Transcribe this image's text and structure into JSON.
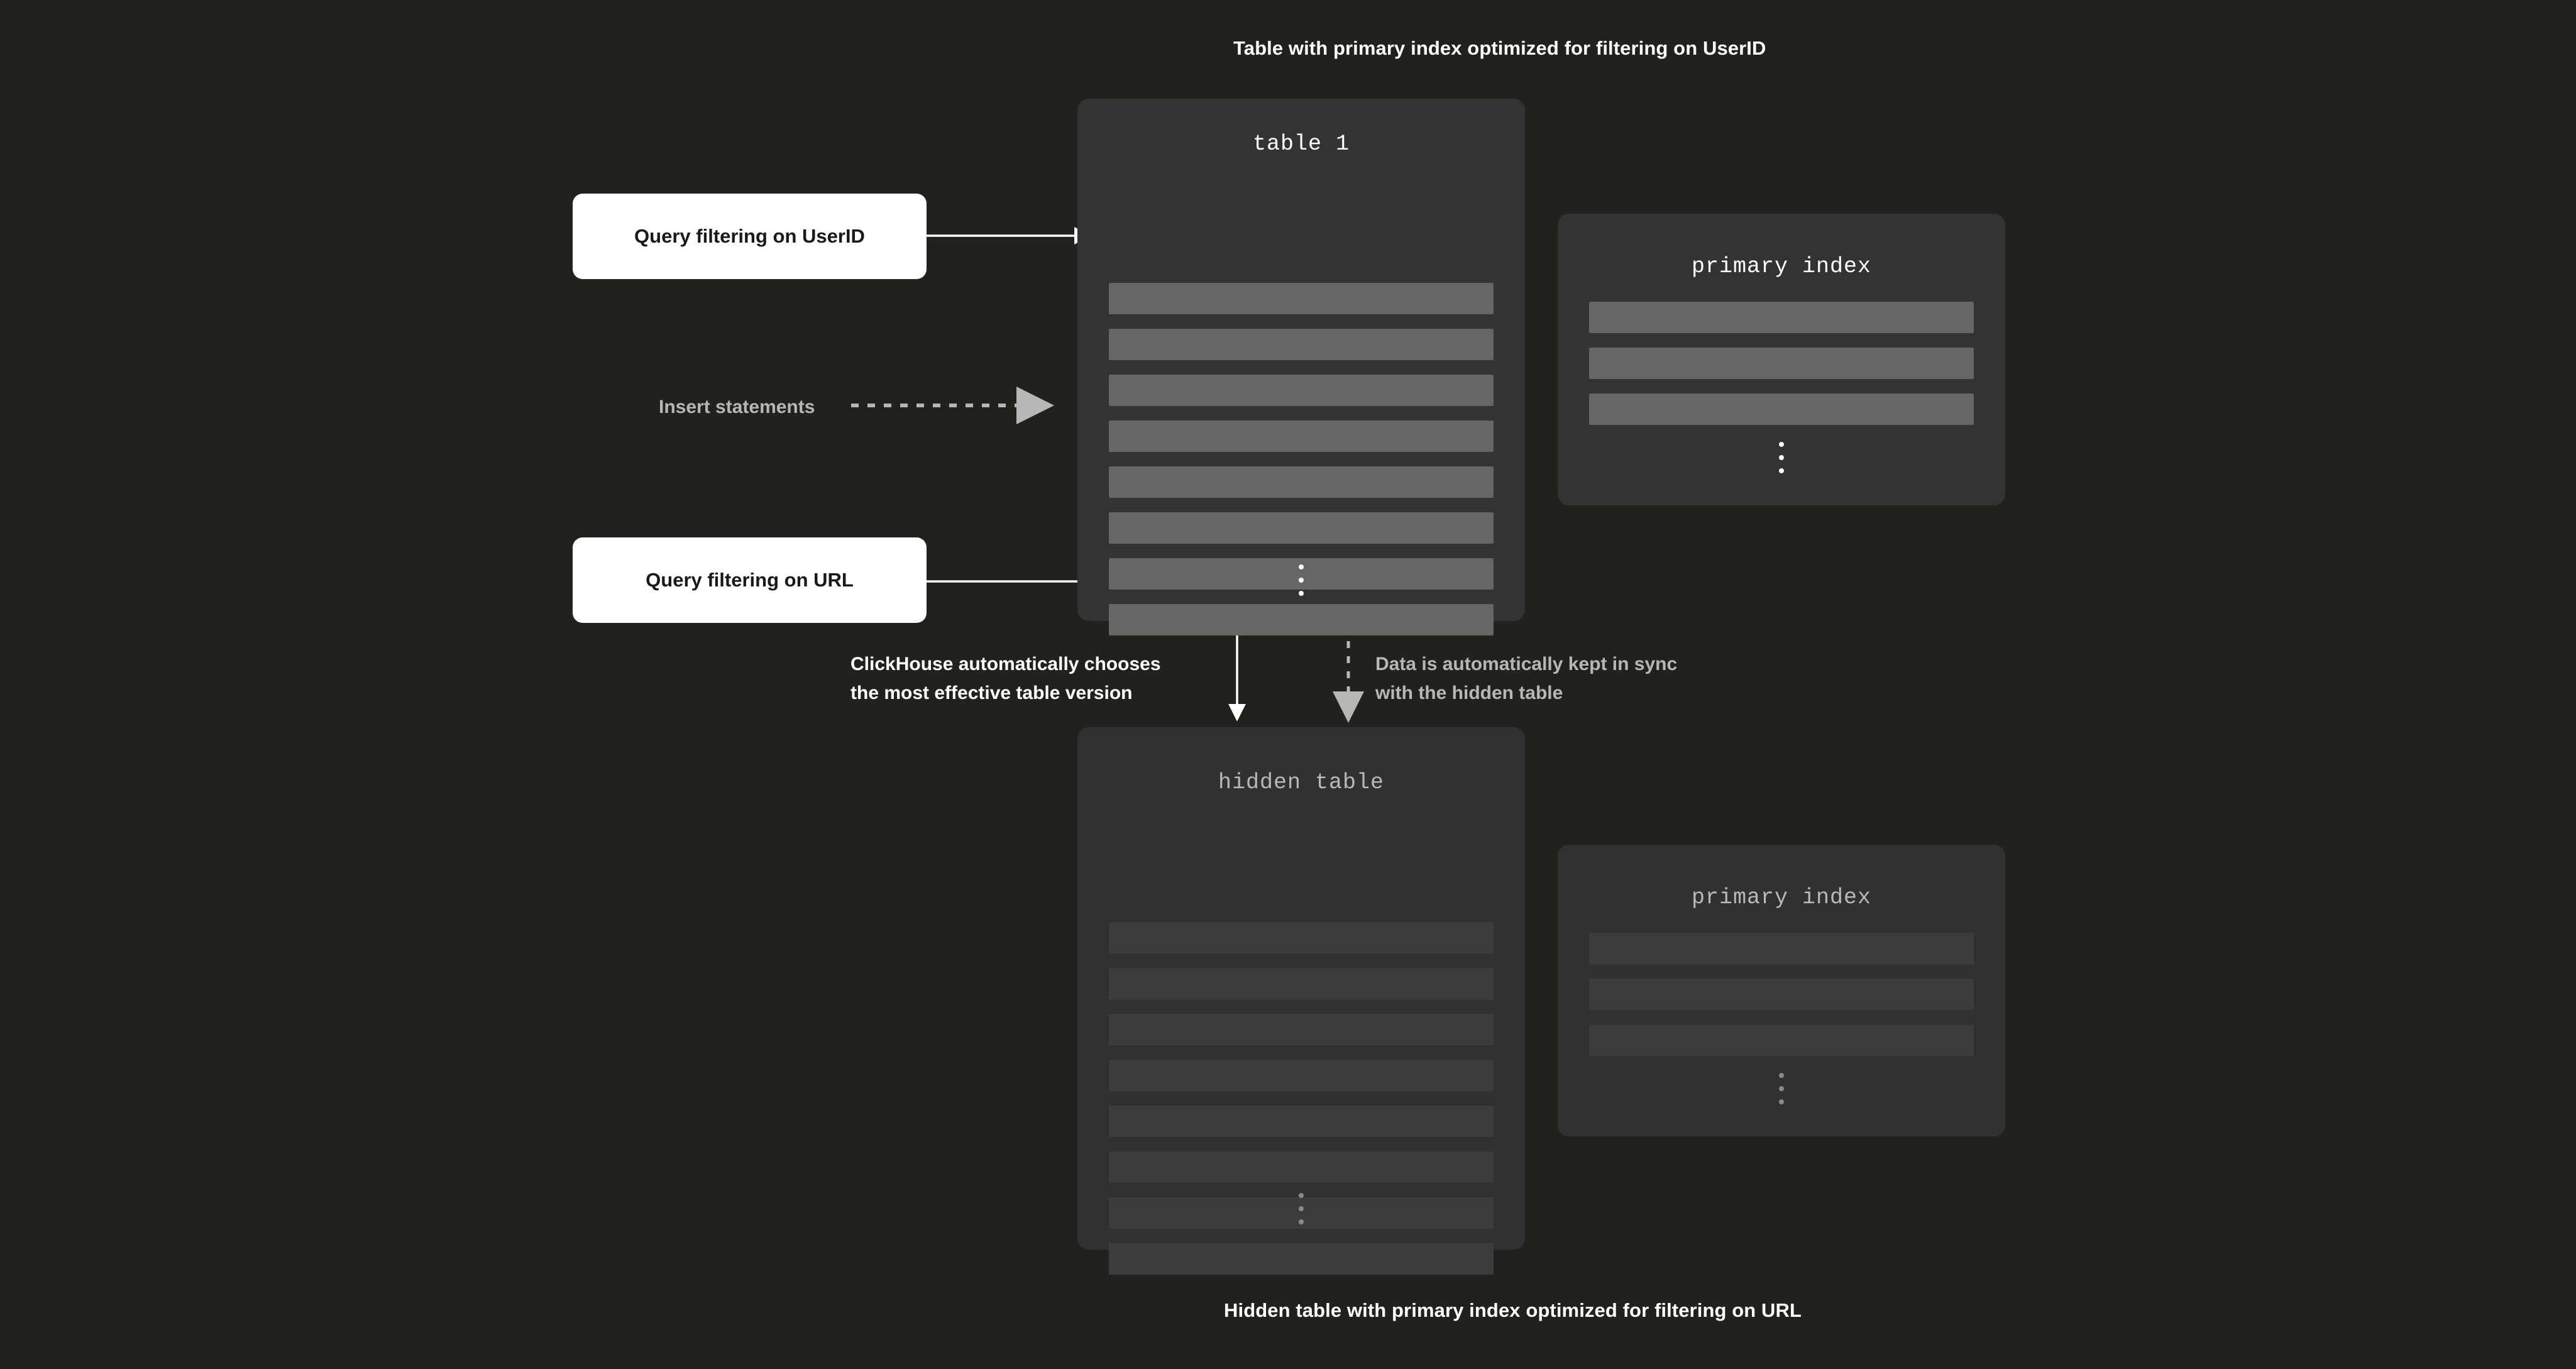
{
  "background_color": "#21221d",
  "captions": {
    "top": "Table with primary index optimized for filtering on UserID",
    "bottom": "Hidden table with primary index optimized for filtering on URL"
  },
  "panels": {
    "table1": {
      "title": "table 1",
      "row_count": 8,
      "has_ellipsis": true,
      "state": "active",
      "fill_color": "#333333",
      "row_color": "#666666",
      "title_color": "#ffffff"
    },
    "primary_index_top": {
      "title": "primary index",
      "row_count": 3,
      "has_ellipsis": true,
      "state": "active",
      "fill_color": "#333333",
      "row_color": "#666666",
      "title_color": "#ffffff"
    },
    "hidden_table": {
      "title": "hidden table",
      "row_count": 8,
      "has_ellipsis": true,
      "state": "dimmed",
      "fill_color": "#313131",
      "row_color": "#3c3c3c",
      "title_color": "#b9b9b9"
    },
    "primary_index_bottom": {
      "title": "primary index",
      "row_count": 3,
      "has_ellipsis": true,
      "state": "dimmed",
      "fill_color": "#313131",
      "row_color": "#3c3c3c",
      "title_color": "#b9b9b9"
    }
  },
  "callouts": {
    "query_userid": "Query filtering on UserID",
    "query_url": "Query filtering on URL"
  },
  "annotations": {
    "insert_statements": "Insert statements",
    "clickhouse_chooses": "ClickHouse automatically chooses\nthe most effective table version",
    "data_sync": "Data is automatically kept in sync\nwith the hidden table"
  },
  "connector_colors": {
    "solid": "#ffffff",
    "dashed": "#b7b7b7"
  }
}
